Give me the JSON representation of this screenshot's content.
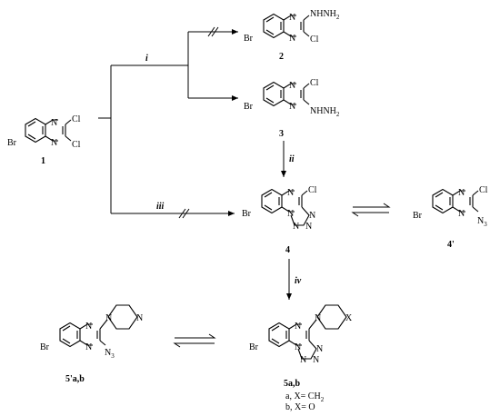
{
  "compounds": {
    "c1": "1",
    "c2": "2",
    "c3": "3",
    "c4": "4",
    "c4p": "4'",
    "c5": "5a,b",
    "c5p": "5'a,b"
  },
  "conditions": {
    "i": "i",
    "ii": "ii",
    "iii": "iii",
    "iv": "iv"
  },
  "substituents": {
    "br": "Br",
    "cl": "Cl",
    "n": "N",
    "x": "X",
    "hydrazine": "NHNH",
    "hydrazine_sub": "2",
    "azide": "N",
    "azide_sub": "3"
  },
  "legend": {
    "a": "a,  X= CH",
    "a_sub": "2",
    "b": "b,  X= O"
  }
}
